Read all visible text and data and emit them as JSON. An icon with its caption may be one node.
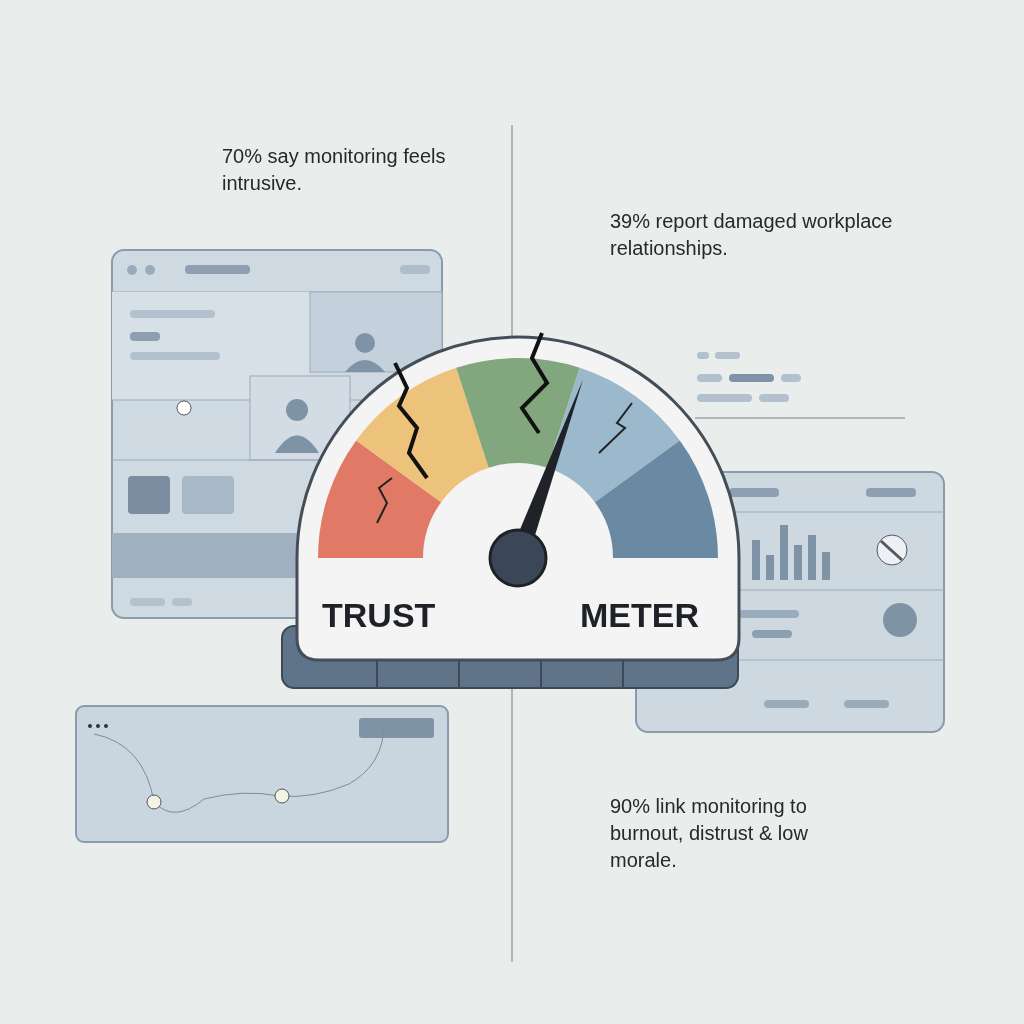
{
  "diagram": {
    "nodes": [
      {
        "text": [
          "TRUST",
          "METER"
        ]
      }
    ],
    "labels": [
      "70% say monitoring feels intrusive.",
      "39% report damaged workplace relationships.",
      "90% link monitoring to burnout, distrust & low morale."
    ]
  }
}
